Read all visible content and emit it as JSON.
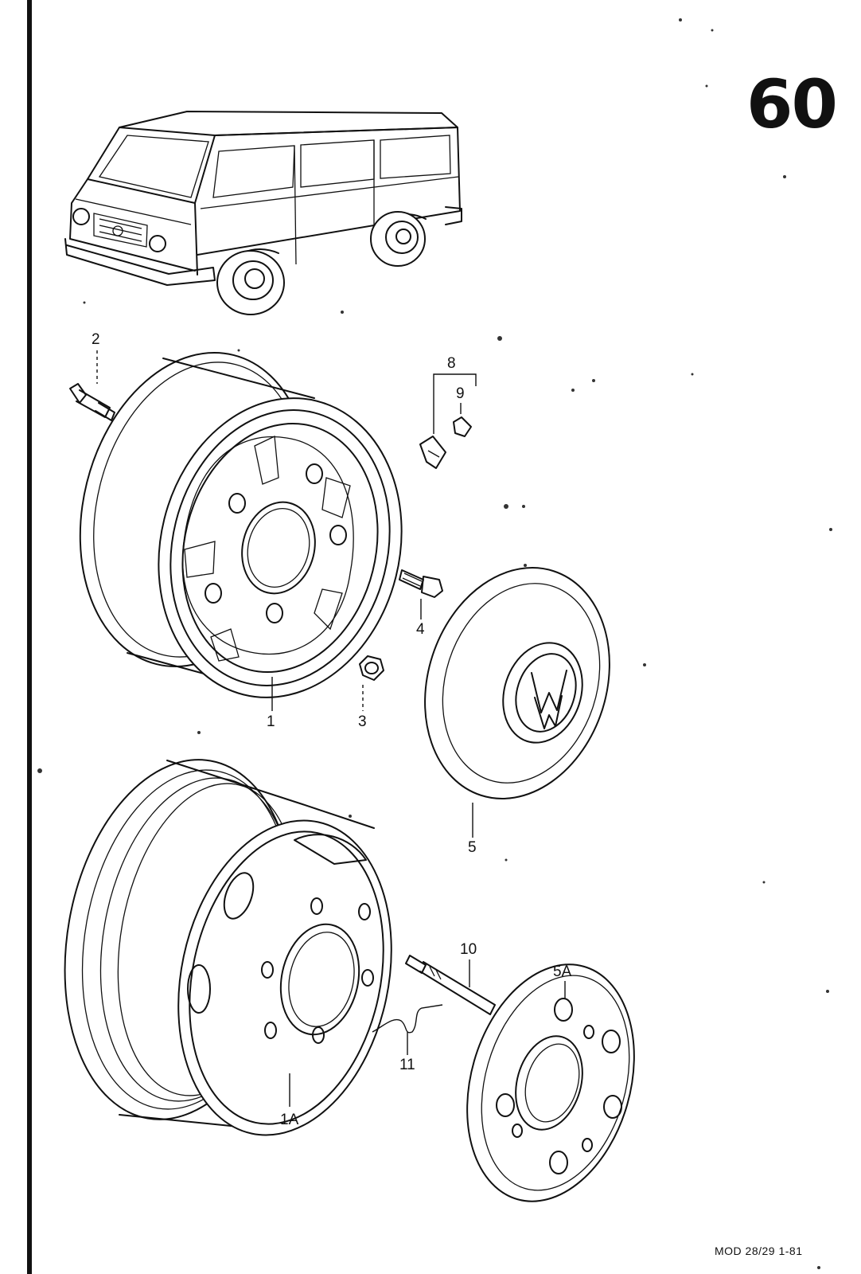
{
  "page": {
    "number": "60",
    "footer": "MOD 28/29 1-81"
  },
  "callouts": [
    {
      "id": "2",
      "label": "2"
    },
    {
      "id": "8",
      "label": "8"
    },
    {
      "id": "9",
      "label": "9"
    },
    {
      "id": "4",
      "label": "4"
    },
    {
      "id": "1",
      "label": "1"
    },
    {
      "id": "3",
      "label": "3"
    },
    {
      "id": "5",
      "label": "5"
    },
    {
      "id": "10",
      "label": "10"
    },
    {
      "id": "5A",
      "label": "5A"
    },
    {
      "id": "11",
      "label": "11"
    },
    {
      "id": "1A",
      "label": "1A"
    }
  ]
}
